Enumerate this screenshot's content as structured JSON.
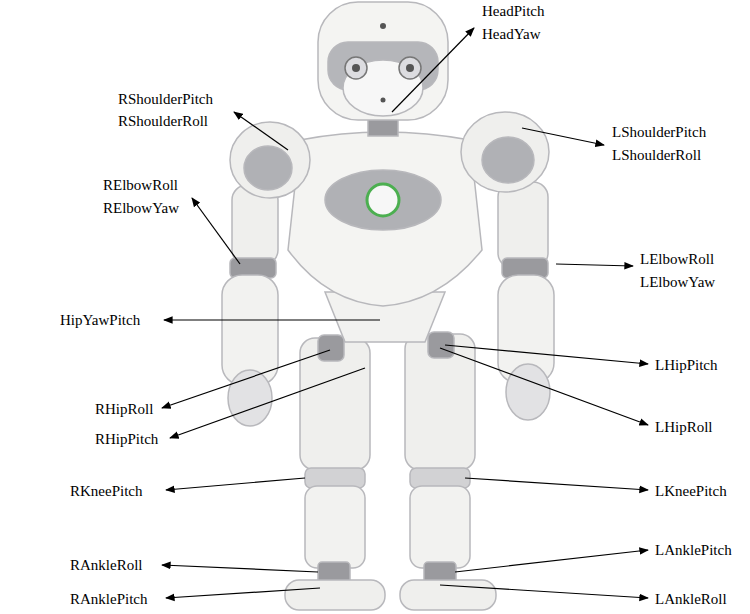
{
  "diagram": {
    "labels": [
      "HeadPitch",
      "HeadYaw",
      "RShoulderPitch",
      "RShoulderRoll",
      "LShoulderPitch",
      "LShoulderRoll",
      "RElbowRoll",
      "RElbowYaw",
      "LElbowRoll",
      "LElbowYaw",
      "HipYawPitch",
      "LHipPitch",
      "RHipRoll",
      "LHipRoll",
      "RHipPitch",
      "RKneePitch",
      "LKneePitch",
      "RAnkleRoll",
      "LAnklePitch",
      "RAnklePitch",
      "LAnkleRoll"
    ]
  }
}
